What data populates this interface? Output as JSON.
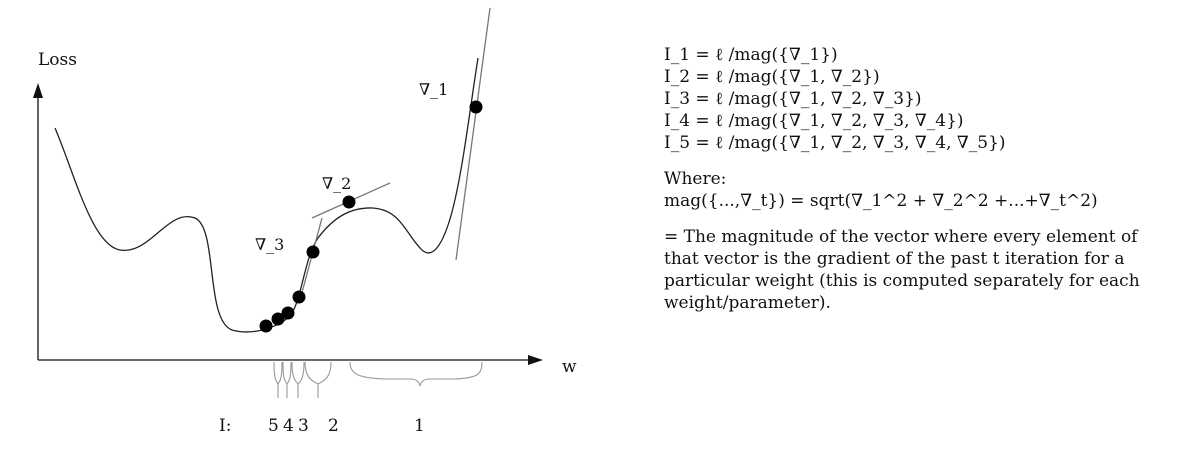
{
  "diagram": {
    "y_axis_label": "Loss",
    "x_axis_label": "w",
    "gradient_labels": [
      "∇_1",
      "∇_2",
      "∇_3"
    ],
    "interval_prefix": "I:",
    "interval_labels": [
      "5",
      "4",
      "3",
      "2",
      "1"
    ]
  },
  "formulas": {
    "equations": [
      "I_1 = ℓ /mag({∇_1})",
      "I_2 = ℓ /mag({∇_1, ∇_2})",
      "I_3 = ℓ /mag({∇_1, ∇_2, ∇_3})",
      "I_4 = ℓ /mag({∇_1, ∇_2, ∇_3, ∇_4})",
      "I_5 = ℓ /mag({∇_1, ∇_2, ∇_3, ∇_4, ∇_5})"
    ],
    "where_label": "Where:",
    "mag_definition": "mag({...,∇_t}) = sqrt(∇_1^2 + ∇_2^2 +...+∇_t^2)",
    "explanation": "= The magnitude of the vector where every element of that vector is the gradient of the past t iteration for a particular weight (this is computed separately for each weight/parameter)."
  }
}
